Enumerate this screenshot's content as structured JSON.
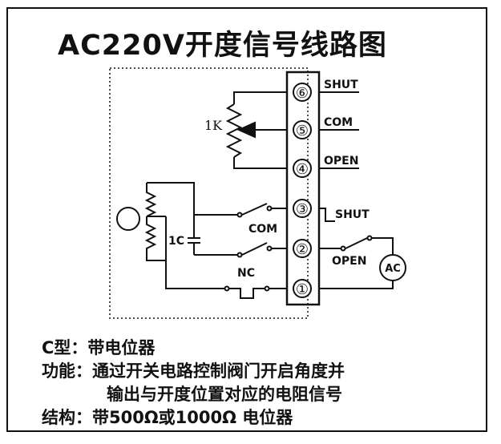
{
  "title": "AC220V开度信号线路图",
  "terminals": [
    "⑥",
    "⑤",
    "④",
    "③",
    "②",
    "①"
  ],
  "labels": {
    "shut_top": "SHUT",
    "com_top": "COM",
    "open_top": "OPEN",
    "shut_mid": "SHUT",
    "open_mid": "OPEN",
    "com_switch": "COM",
    "nc_switch": "NC",
    "pot_value": "1K",
    "capacitor": "1C",
    "ac_source": "AC"
  },
  "description": {
    "line1": "C型：带电位器",
    "line2": "功能：通过开关电路控制阀门开启角度并",
    "line3": "输出与开度位置对应的电阻信号",
    "line4": "结构：带500Ω或1000Ω 电位器"
  }
}
